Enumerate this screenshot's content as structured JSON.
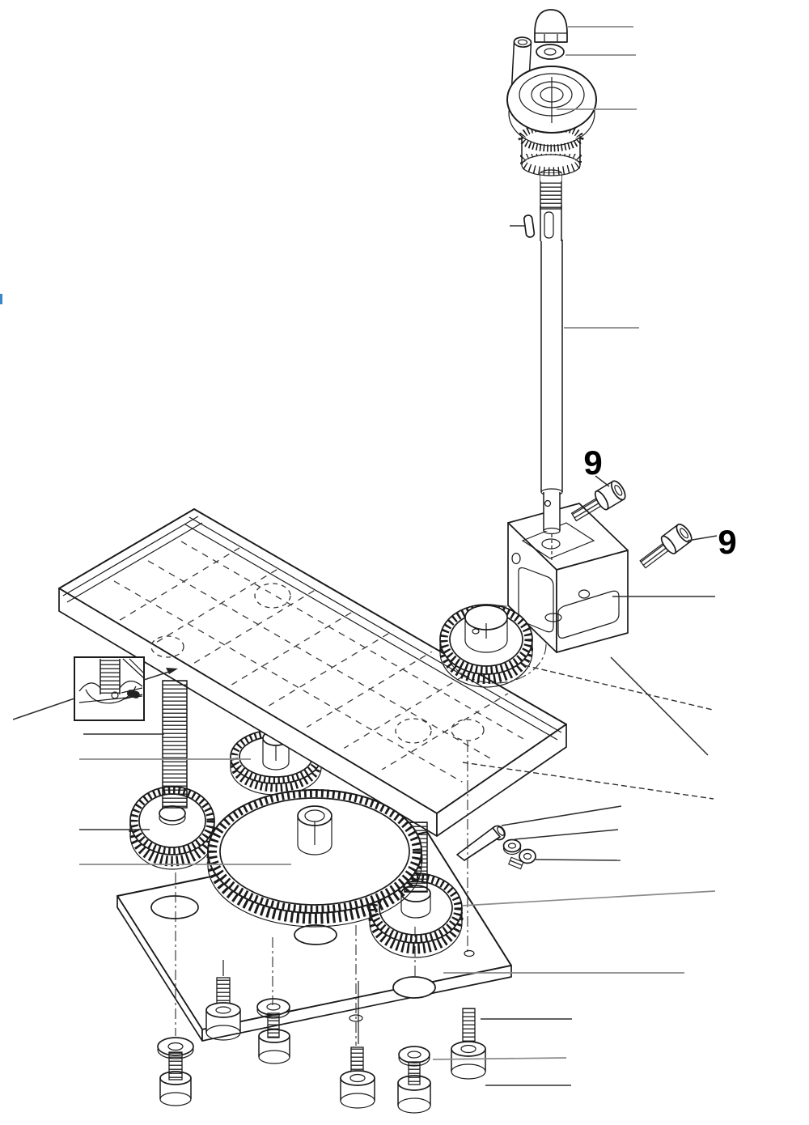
{
  "figure": {
    "kind": "exploded-assembly-diagram",
    "page_background": "#ffffff"
  },
  "callouts": {
    "screw_upper": "9",
    "screw_lower": "9"
  },
  "colors": {
    "outline": "#1b1b1b",
    "leader_gray": "#8a8a8a",
    "leader_dark": "#2e2e2e",
    "callout_text": "#000000",
    "edge_artifact_blue": "#3a86c8"
  }
}
